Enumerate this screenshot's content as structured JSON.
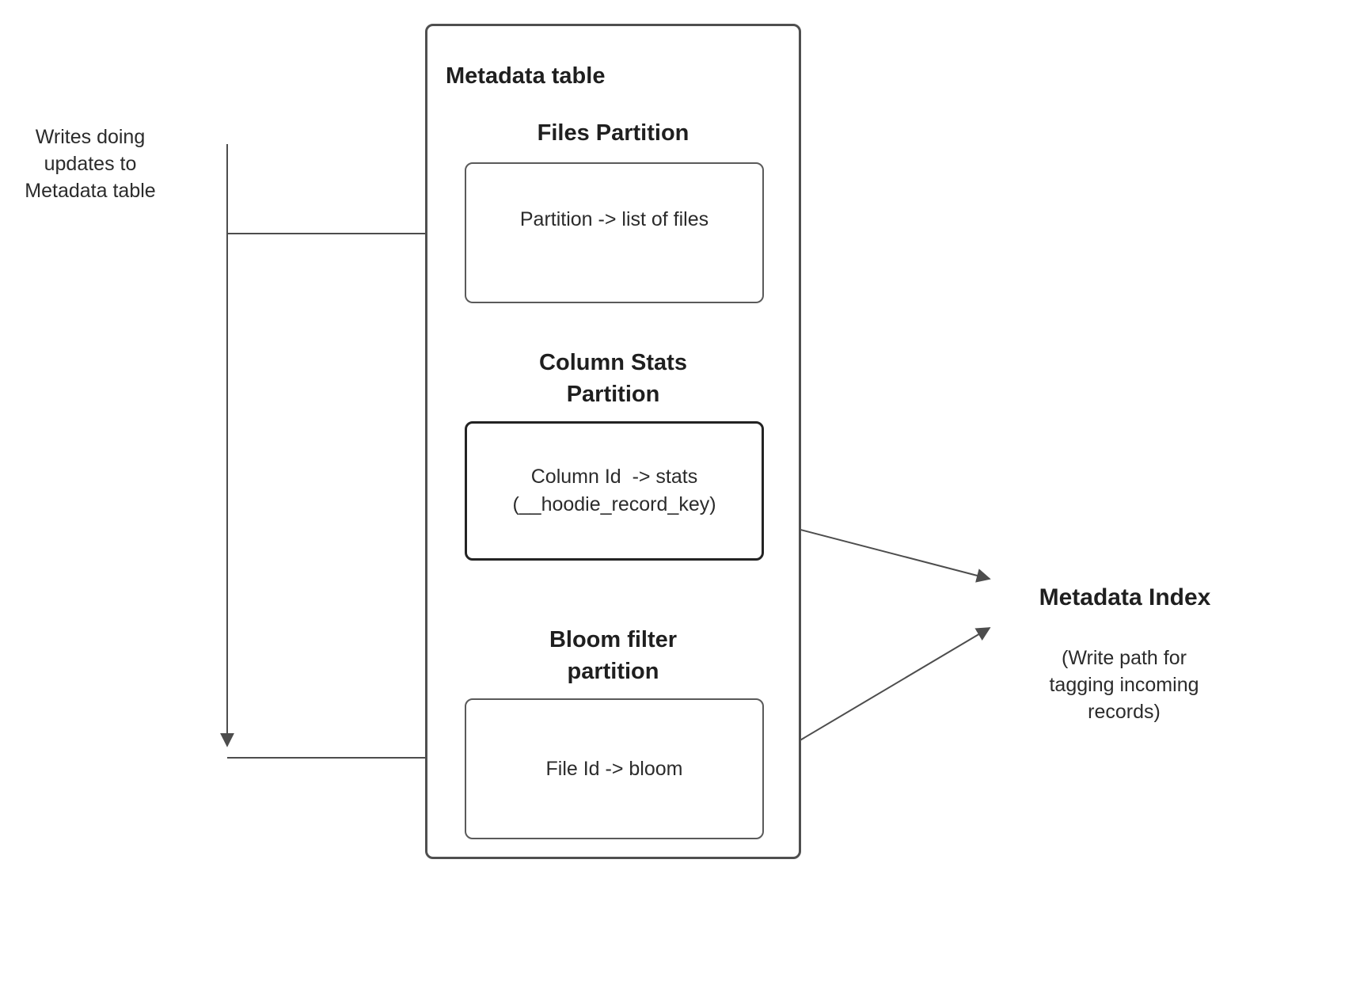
{
  "diagram": {
    "left_note": "Writes doing\nupdates to\nMetadata table",
    "metadata_table": {
      "title": "Metadata table",
      "files_partition": {
        "heading": "Files Partition",
        "box_text": "Partition -> list of files"
      },
      "column_stats_partition": {
        "heading": "Column Stats\nPartition",
        "box_text": "Column Id  -> stats\n(__hoodie_record_key)"
      },
      "bloom_filter_partition": {
        "heading": "Bloom filter\npartition",
        "box_text": "File Id -> bloom"
      }
    },
    "metadata_index": {
      "title": "Metadata Index",
      "note": "(Write path for\ntagging incoming\nrecords)"
    }
  }
}
